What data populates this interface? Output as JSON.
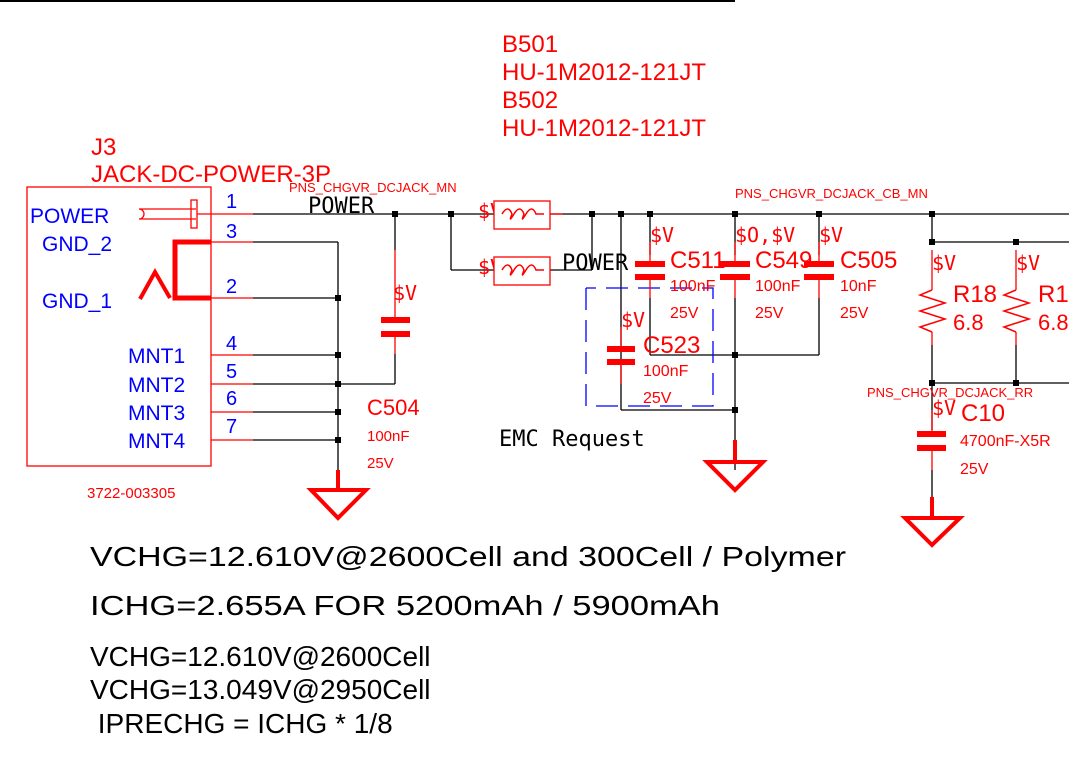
{
  "connector": {
    "refdes": "J3",
    "part": "JACK-DC-POWER-3P",
    "part_number": "3722-003305",
    "pins": [
      {
        "name": "POWER",
        "number": "1"
      },
      {
        "name": "GND_2",
        "number": "3"
      },
      {
        "name": "GND_1",
        "number": "2"
      },
      {
        "name": "MNT1",
        "number": "4"
      },
      {
        "name": "MNT2",
        "number": "5"
      },
      {
        "name": "MNT3",
        "number": "6"
      },
      {
        "name": "MNT4",
        "number": "7"
      }
    ]
  },
  "beads": {
    "b501_ref": "B501",
    "b501_part": "HU-1M2012-121JT",
    "b502_ref": "B502",
    "b502_part": "HU-1M2012-121JT",
    "b501_var": "$V",
    "b502_var": "$V"
  },
  "nets": {
    "dcjack_mn": "PNS_CHGVR_DCJACK_MN",
    "dcjack_cb_mn": "PNS_CHGVR_DCJACK_CB_MN",
    "dcjack_rr": "PNS_CHGVR_DCJACK_RR",
    "power_label_1": "POWER",
    "power_label_2": "POWER"
  },
  "capacitors": [
    {
      "ref": "C504",
      "value": "100nF",
      "voltage": "25V",
      "var": "$V"
    },
    {
      "ref": "C511",
      "value": "100nF",
      "voltage": "25V",
      "var": "$V"
    },
    {
      "ref": "C549",
      "value": "100nF",
      "voltage": "25V",
      "var": "$O,$V"
    },
    {
      "ref": "C505",
      "value": "10nF",
      "voltage": "25V",
      "var": "$V"
    },
    {
      "ref": "C523",
      "value": "100nF",
      "voltage": "25V",
      "var": "$V"
    },
    {
      "ref": "C10",
      "value": "4700nF-X5R",
      "voltage": "25V",
      "var": "$V"
    }
  ],
  "resistors": [
    {
      "ref": "R18",
      "value": "6.8",
      "var": "$V"
    },
    {
      "ref": "R1",
      "value": "6.8",
      "var": "$V"
    }
  ],
  "annotations": {
    "emc": "EMC Request",
    "note1": "VCHG=12.610V@2600Cell and 300Cell / Polymer",
    "note2": "ICHG=2.655A  FOR 5200mAh / 5900mAh",
    "note3": "VCHG=12.610V@2600Cell",
    "note4": "VCHG=13.049V@2950Cell",
    "note5": " IPRECHG = ICHG * 1/8"
  }
}
